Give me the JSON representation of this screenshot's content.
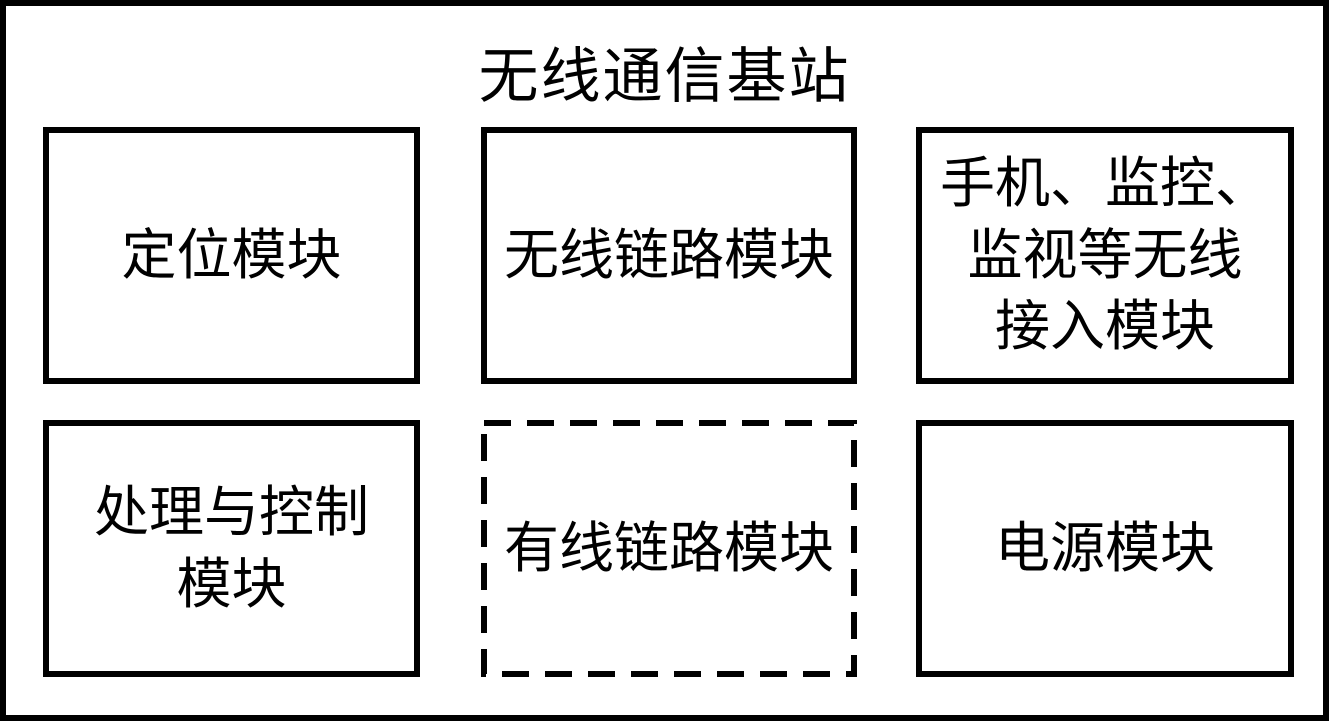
{
  "diagram": {
    "title": "无线通信基站",
    "modules": [
      {
        "id": "positioning",
        "label": "定位模块",
        "border_style": "solid"
      },
      {
        "id": "wireless-link",
        "label": "无线链路模块",
        "border_style": "solid"
      },
      {
        "id": "wireless-access",
        "label": "手机、监控、\n监视等无线\n接入模块",
        "border_style": "solid"
      },
      {
        "id": "processing-control",
        "label": "处理与控制\n模块",
        "border_style": "solid"
      },
      {
        "id": "wired-link",
        "label": "有线链路模块",
        "border_style": "dashed"
      },
      {
        "id": "power",
        "label": "电源模块",
        "border_style": "solid"
      }
    ],
    "colors": {
      "border": "#000000",
      "background": "#ffffff",
      "text": "#000000"
    }
  }
}
